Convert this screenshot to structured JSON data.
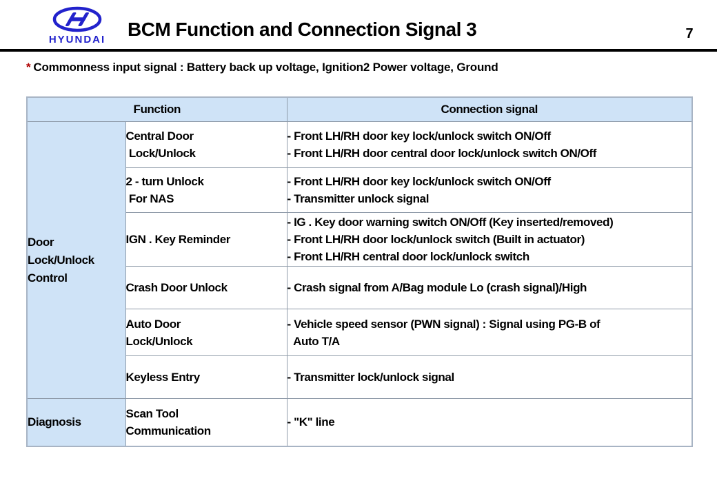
{
  "header": {
    "brand": "HYUNDAI",
    "title": "BCM Function and Connection Signal 3",
    "page_number": "7"
  },
  "note": {
    "marker": "*",
    "text": "Commonness input signal : Battery back up voltage, Ignition2 Power voltage, Ground"
  },
  "colors": {
    "logo_blue": "#2222cc",
    "table_header_fill": "#cfe3f7",
    "group_cell_fill": "#cfe3f7",
    "note_marker_red": "#b00000"
  },
  "table": {
    "header_function": "Function",
    "header_signal": "Connection signal",
    "group1_name": "Door\nLock/Unlock\nControl",
    "group2_name": "Diagnosis",
    "rows": [
      {
        "function": "Central Door\n Lock/Unlock",
        "signal": "- Front LH/RH door key lock/unlock switch ON/Off\n- Front LH/RH door central door lock/unlock switch ON/Off"
      },
      {
        "function": "2 - turn Unlock\n For NAS",
        "signal": "- Front LH/RH door key lock/unlock switch ON/Off\n- Transmitter unlock signal"
      },
      {
        "function": "IGN . Key Reminder",
        "signal": "- IG . Key door warning switch ON/Off (Key inserted/removed)\n- Front LH/RH door lock/unlock switch (Built in actuator)\n- Front LH/RH central door lock/unlock switch"
      },
      {
        "function": "Crash Door Unlock",
        "signal": "- Crash signal from A/Bag module Lo (crash signal)/High"
      },
      {
        "function": "Auto Door\nLock/Unlock",
        "signal": "- Vehicle speed sensor (PWN signal) : Signal using PG-B of\n  Auto T/A"
      },
      {
        "function": "Keyless Entry",
        "signal": "- Transmitter lock/unlock signal"
      },
      {
        "function": "Scan Tool\nCommunication",
        "signal": "- \"K\" line"
      }
    ]
  }
}
